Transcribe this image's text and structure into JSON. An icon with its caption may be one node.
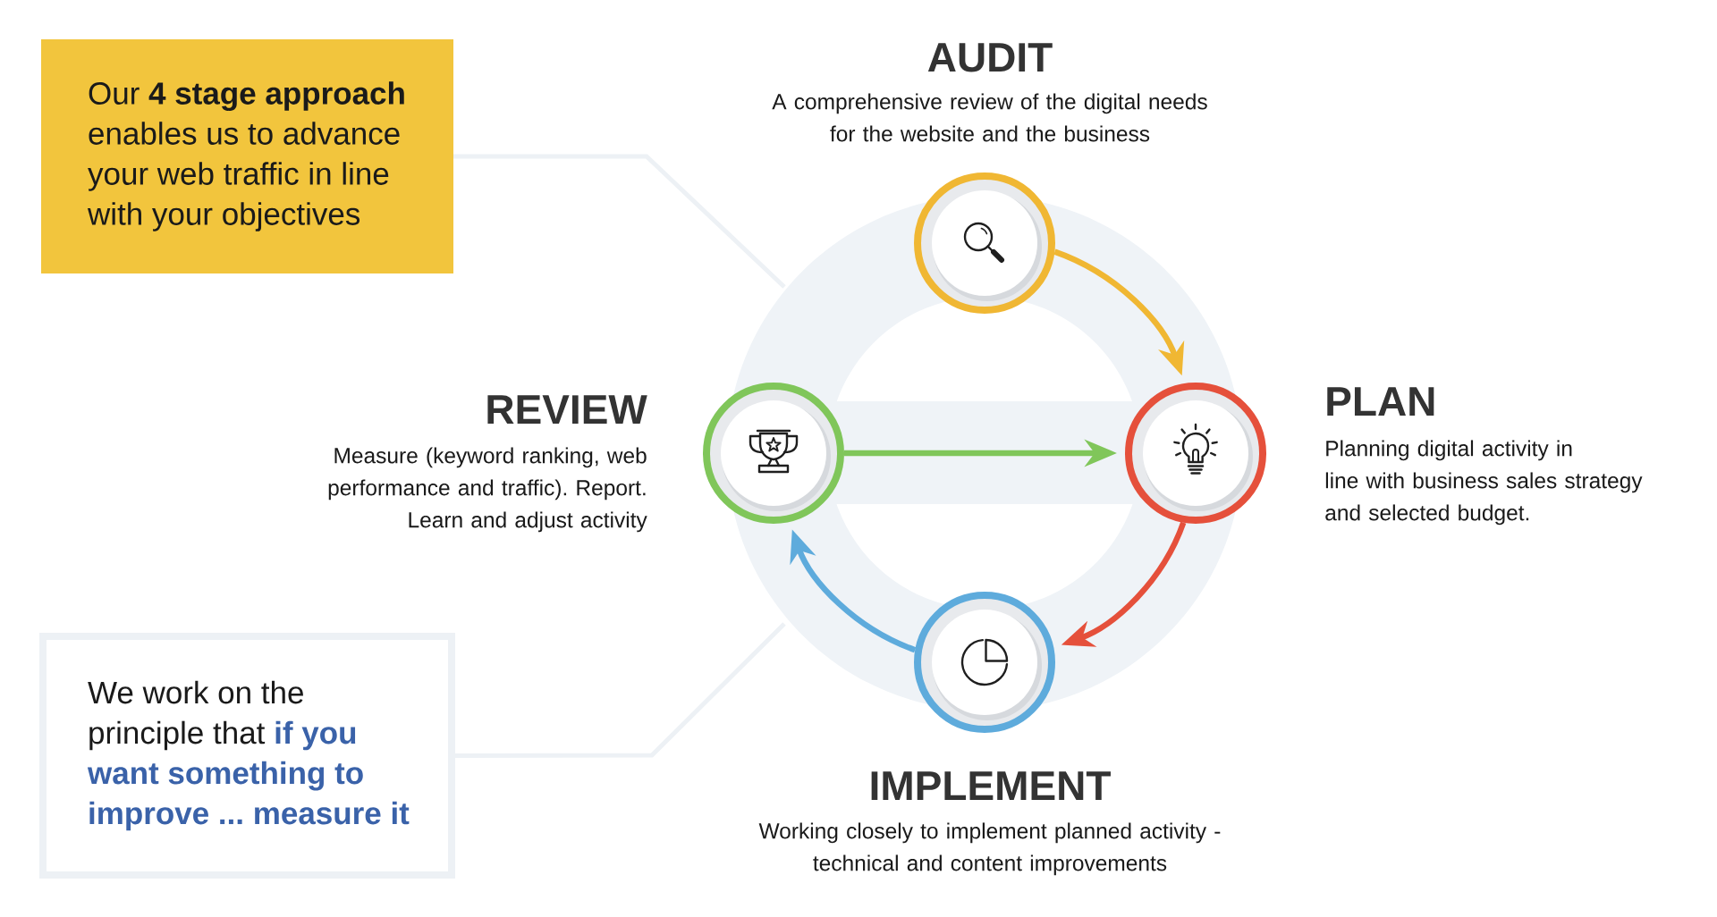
{
  "diagram": {
    "nodes": [
      {
        "text": [
          "Our **4 stage approach** enables us to advance your web traffic in line with your objectives"
        ]
      },
      {
        "text": [
          "AUDIT",
          "A comprehensive review of the digital needs for the website and the business"
        ]
      },
      {
        "text": [
          "REVIEW",
          "Measure (keyword ranking, web performance and traffic). Report. Learn and adjust activity"
        ]
      },
      {
        "text": [
          "PLAN",
          "Planning digital activity in line with business sales strategy and selected budget."
        ]
      },
      {
        "text": [
          "IMPLEMENT",
          "Working closely to implement planned activity - technical and content improvements"
        ]
      },
      {
        "text": [
          "We work on the principle that **if you want something to improve ... measure it**"
        ]
      }
    ],
    "edges": [
      {
        "from": 1,
        "to": 3,
        "arrow": "to",
        "color": "#f0b733"
      },
      {
        "from": 3,
        "to": 4,
        "arrow": "to",
        "color": "#e5503b"
      },
      {
        "from": 4,
        "to": 2,
        "arrow": "to",
        "color": "#5eabdc"
      },
      {
        "from": 2,
        "to": 3,
        "arrow": "to",
        "color": "#80c65a"
      },
      {
        "from": 0,
        "to": null,
        "arrow": "none",
        "color": "#edf1f5"
      },
      {
        "from": 5,
        "to": null,
        "arrow": "none",
        "color": "#edf1f5"
      }
    ]
  }
}
